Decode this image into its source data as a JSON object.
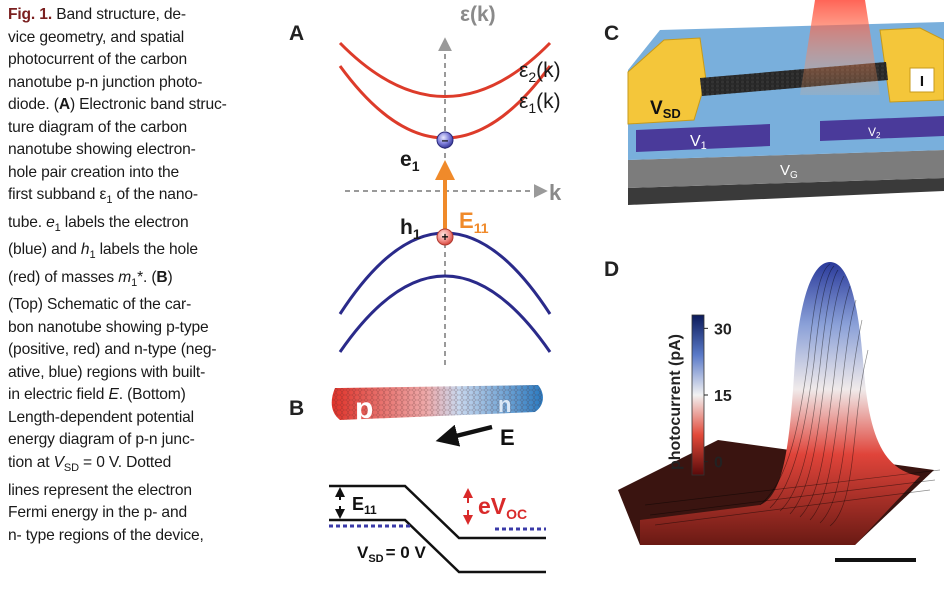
{
  "caption": {
    "figure_label": "Fig. 1.",
    "lines": [
      {
        "parts": [
          "Band structure, de-"
        ]
      },
      {
        "parts": [
          "vice geometry, and spatial"
        ]
      },
      {
        "parts": [
          "photocurrent of the carbon"
        ]
      },
      {
        "parts": [
          "nanotube p-n junction photo-"
        ]
      },
      {
        "parts": [
          "diode. (",
          "A",
          ") Electronic band struc-"
        ]
      },
      {
        "parts": [
          "ture diagram of the carbon"
        ]
      },
      {
        "parts": [
          "nanotube showing electron-"
        ]
      },
      {
        "parts": [
          "hole pair creation into the"
        ]
      },
      {
        "parts": [
          "first subband ε",
          "1",
          " of the nano-"
        ]
      },
      {
        "parts": [
          "tube. ",
          "e",
          "1",
          " labels the electron"
        ]
      },
      {
        "parts": [
          "(blue) and ",
          "h",
          "1",
          " labels the hole"
        ]
      },
      {
        "parts": [
          "(red) of masses ",
          "m",
          "1",
          "*. (",
          "B",
          ")"
        ]
      },
      {
        "parts": [
          "(Top) Schematic of the car-"
        ]
      },
      {
        "parts": [
          "bon nanotube showing p-type"
        ]
      },
      {
        "parts": [
          "(positive, red) and n-type (neg-"
        ]
      },
      {
        "parts": [
          "ative, blue) regions with built-"
        ]
      },
      {
        "parts": [
          "in electric field ",
          "E",
          ". (Bottom)"
        ]
      },
      {
        "parts": [
          "Length-dependent potential"
        ]
      },
      {
        "parts": [
          "energy diagram of p-n junc-"
        ]
      },
      {
        "parts": [
          "tion at ",
          "V",
          "SD",
          " = 0 V. Dotted"
        ]
      },
      {
        "parts": [
          "lines represent the electron"
        ]
      },
      {
        "parts": [
          "Fermi energy in the p- and"
        ]
      },
      {
        "parts": [
          "n- type regions of the device,"
        ]
      }
    ]
  },
  "panels": {
    "a": {
      "letter": "A",
      "y_axis_label": "ε(k)",
      "x_axis_label": "k",
      "band_upper_2": "ε",
      "band_upper_2_sub": "2",
      "band_upper_2_arg": "(k)",
      "band_upper_1": "ε",
      "band_upper_1_sub": "1",
      "band_upper_1_arg": "(k)",
      "electron_label": "e",
      "electron_sub": "1",
      "hole_label": "h",
      "hole_sub": "1",
      "transition_label": "E",
      "transition_sub": "11",
      "electron_sign": "–",
      "hole_sign": "+"
    },
    "b": {
      "letter": "B",
      "p_label": "p",
      "n_label": "n",
      "field_label": "E",
      "gap_label": "E",
      "gap_sub": "11",
      "voc_label": "eV",
      "voc_sub": "OC",
      "bias_label": "V",
      "bias_sub": "SD",
      "bias_value": "= 0 V"
    },
    "c": {
      "letter": "C",
      "vsd_label": "V",
      "vsd_sub": "SD",
      "current_label": "I",
      "v1_label": "V",
      "v1_sub": "1",
      "v2_label": "V",
      "v2_sub": "2",
      "vg_label": "V",
      "vg_sub": "G"
    },
    "d": {
      "letter": "D",
      "colorbar_title": "photocurrent (pA)",
      "colorbar_ticks": [
        "30",
        "15",
        "0"
      ],
      "colorbar_tick_values": [
        30,
        15,
        0
      ],
      "colorbar_range": [
        -3,
        33
      ]
    }
  },
  "colors": {
    "band_red": "#dd3b2a",
    "band_blue": "#2a2a8a",
    "arrow_orange": "#f08a2a",
    "axis_gray": "#9a9a9a",
    "voc_red": "#d92a2a",
    "fermi_blue": "#3a3aa8",
    "fig_label": "#7a1f1f"
  }
}
